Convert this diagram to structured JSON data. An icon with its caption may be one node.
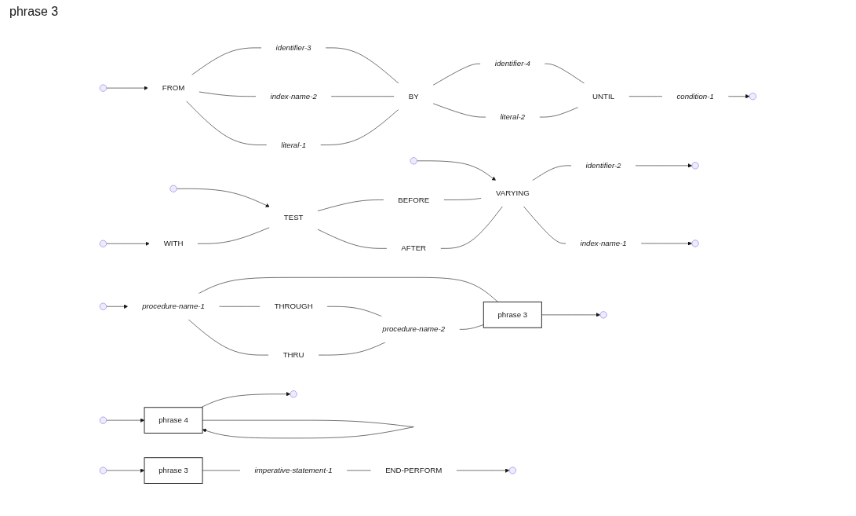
{
  "diagram": {
    "nodes": [
      {
        "text": [
          "procedure-name-1"
        ]
      },
      {
        "text": [
          "THROUGH"
        ]
      },
      {
        "text": [
          "THRU"
        ]
      },
      {
        "text": [
          "procedure-name-2"
        ]
      },
      {
        "text": [
          "phrase 3"
        ]
      },
      {
        "text": [
          "phrase 3"
        ]
      },
      {
        "text": [
          "imperative-statement-1"
        ]
      },
      {
        "text": [
          "END-PERFORM"
        ]
      },
      {
        "text": [
          "WITH"
        ]
      },
      {
        "text": [
          "TEST"
        ]
      },
      {
        "text": [
          "BEFORE"
        ]
      },
      {
        "text": [
          "AFTER"
        ]
      },
      {
        "text": [
          "VARYING"
        ]
      },
      {
        "text": [
          "identifier-2"
        ]
      },
      {
        "text": [
          "index-name-1"
        ]
      },
      {
        "text": [
          "FROM"
        ]
      },
      {
        "text": [
          "identifier-3"
        ]
      },
      {
        "text": [
          "index-name-2"
        ]
      },
      {
        "text": [
          "literal-1"
        ]
      },
      {
        "text": [
          "BY"
        ]
      },
      {
        "text": [
          "identifier-4"
        ]
      },
      {
        "text": [
          "literal-2"
        ]
      },
      {
        "text": [
          "UNTIL"
        ]
      },
      {
        "text": [
          "condition-1"
        ]
      },
      {
        "text": [
          "phrase 4"
        ]
      }
    ],
    "edges": [
      {
        "from": null,
        "to": 0,
        "arrow": "to"
      },
      {
        "from": null,
        "to": 5,
        "arrow": "to"
      },
      {
        "from": 0,
        "to": 1,
        "arrow": "none"
      },
      {
        "from": 0,
        "to": 2,
        "arrow": "none"
      },
      {
        "from": 0,
        "to": 4,
        "arrow": "none"
      },
      {
        "from": 1,
        "to": 3,
        "arrow": "none"
      },
      {
        "from": 2,
        "to": 3,
        "arrow": "none"
      },
      {
        "from": 3,
        "to": 4,
        "arrow": "none"
      },
      {
        "from": 4,
        "to": null,
        "arrow": "to"
      },
      {
        "from": 5,
        "to": 6,
        "arrow": "none"
      },
      {
        "from": 6,
        "to": 7,
        "arrow": "none"
      },
      {
        "from": 7,
        "to": null,
        "arrow": "to"
      },
      {
        "from": null,
        "to": 8,
        "arrow": "to"
      },
      {
        "from": null,
        "to": 9,
        "arrow": "to"
      },
      {
        "from": null,
        "to": 12,
        "arrow": "to"
      },
      {
        "from": 8,
        "to": 9,
        "arrow": "none"
      },
      {
        "from": 9,
        "to": 10,
        "arrow": "none"
      },
      {
        "from": 9,
        "to": 11,
        "arrow": "none"
      },
      {
        "from": 10,
        "to": 12,
        "arrow": "none"
      },
      {
        "from": 11,
        "to": 12,
        "arrow": "none"
      },
      {
        "from": 12,
        "to": 13,
        "arrow": "none"
      },
      {
        "from": 12,
        "to": 14,
        "arrow": "none"
      },
      {
        "from": 13,
        "to": null,
        "arrow": "to"
      },
      {
        "from": 14,
        "to": null,
        "arrow": "to"
      },
      {
        "from": null,
        "to": 15,
        "arrow": "to"
      },
      {
        "from": 15,
        "to": 16,
        "arrow": "none"
      },
      {
        "from": 15,
        "to": 17,
        "arrow": "none"
      },
      {
        "from": 15,
        "to": 18,
        "arrow": "none"
      },
      {
        "from": 16,
        "to": 19,
        "arrow": "none"
      },
      {
        "from": 17,
        "to": 19,
        "arrow": "none"
      },
      {
        "from": 18,
        "to": 19,
        "arrow": "none"
      },
      {
        "from": 19,
        "to": 20,
        "arrow": "none"
      },
      {
        "from": 19,
        "to": 21,
        "arrow": "none"
      },
      {
        "from": 20,
        "to": 22,
        "arrow": "none"
      },
      {
        "from": 21,
        "to": 22,
        "arrow": "none"
      },
      {
        "from": 22,
        "to": 23,
        "arrow": "none"
      },
      {
        "from": 23,
        "to": null,
        "arrow": "to"
      },
      {
        "from": null,
        "to": 24,
        "arrow": "to"
      },
      {
        "from": 24,
        "to": null,
        "arrow": "to"
      },
      {
        "from": 24,
        "to": 24,
        "arrow": "to"
      }
    ],
    "labels": [
      "phrase 3"
    ]
  }
}
